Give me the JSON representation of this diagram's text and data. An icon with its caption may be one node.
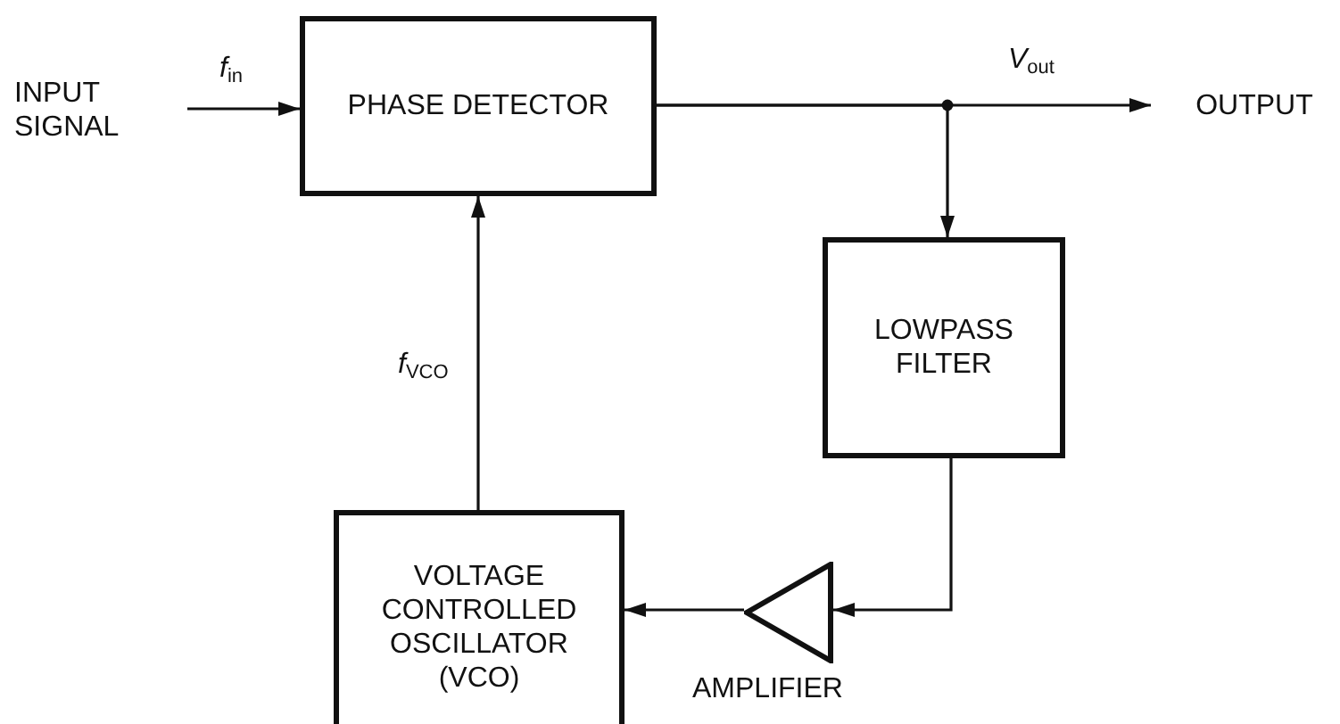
{
  "diagram": {
    "nodes": [
      {
        "text": [
          "INPUT SIGNAL"
        ]
      },
      {
        "text": [
          "PHASE DETECTOR"
        ]
      },
      {
        "text": [
          "OUTPUT"
        ]
      },
      {
        "text": [
          "LOWPASS FILTER"
        ]
      },
      {
        "text": [],
        "shape": "triangle",
        "beside": [
          "AMPLIFIER"
        ]
      },
      {
        "text": [
          "VOLTAGE CONTROLLED OSCILLATOR (VCO)"
        ]
      }
    ],
    "edges": [
      {
        "from": 0,
        "to": 1,
        "arrow": "to",
        "label": "*f*$_{in}$"
      },
      {
        "from": 1,
        "to": 2,
        "arrow": "to",
        "label": "*V*$_{out}$"
      },
      {
        "from": 1,
        "to": 3,
        "arrow": "to"
      },
      {
        "from": 3,
        "to": 4,
        "arrow": "to"
      },
      {
        "from": 4,
        "to": 5,
        "arrow": "to"
      },
      {
        "from": 5,
        "to": 1,
        "arrow": "to",
        "label": "*f*$_{VCO}$"
      }
    ]
  }
}
